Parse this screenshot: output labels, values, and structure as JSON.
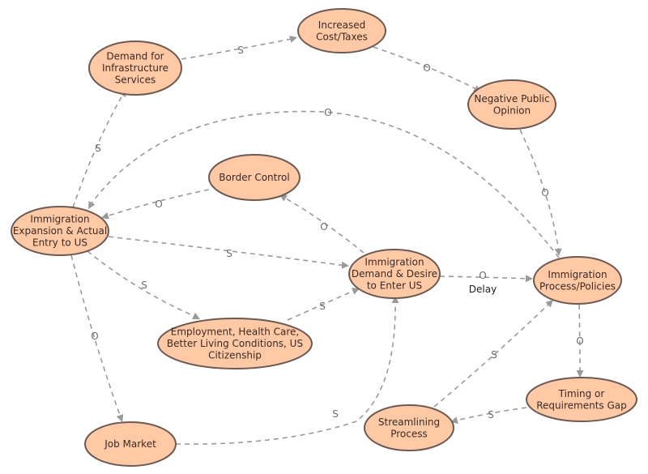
{
  "nodes": {
    "demand_infrastructure": {
      "lines": [
        "Demand for",
        "Infrastructure",
        "Services"
      ]
    },
    "increased_cost": {
      "lines": [
        "Increased",
        "Cost/Taxes"
      ]
    },
    "negative_opinion": {
      "lines": [
        "Negative Public",
        "Opinion"
      ]
    },
    "border_control": {
      "lines": [
        "Border Control"
      ]
    },
    "immigration_expansion": {
      "lines": [
        "Immigration",
        "Expansion & Actual",
        "Entry to US"
      ]
    },
    "immigration_demand": {
      "lines": [
        "Immigration",
        "Demand & Desire",
        "to Enter US"
      ]
    },
    "process_policies": {
      "lines": [
        "Immigration",
        "Process/Policies"
      ]
    },
    "employment": {
      "lines": [
        "Employment, Health Care,",
        "Better Living Conditions, US",
        "Citizenship"
      ]
    },
    "timing_gap": {
      "lines": [
        "Timing or",
        "Requirements Gap"
      ]
    },
    "streamlining": {
      "lines": [
        "Streamlining",
        "Process"
      ]
    },
    "job_market": {
      "lines": [
        "Job Market"
      ]
    }
  },
  "edges": [
    {
      "id": "demand-to-cost",
      "from": "demand_infrastructure",
      "to": "increased_cost",
      "label": "S"
    },
    {
      "id": "cost-to-opinion",
      "from": "increased_cost",
      "to": "negative_opinion",
      "label": "O"
    },
    {
      "id": "opinion-to-process",
      "from": "negative_opinion",
      "to": "process_policies",
      "label": "O"
    },
    {
      "id": "process-to-expansion",
      "from": "process_policies",
      "to": "immigration_expansion",
      "label": "O"
    },
    {
      "id": "expansion-to-demand-infra",
      "from": "immigration_expansion",
      "to": "demand_infrastructure",
      "label": "S"
    },
    {
      "id": "border-to-expansion",
      "from": "border_control",
      "to": "immigration_expansion",
      "label": "O"
    },
    {
      "id": "demand-to-border",
      "from": "immigration_demand",
      "to": "border_control",
      "label": "O"
    },
    {
      "id": "expansion-to-demand",
      "from": "immigration_expansion",
      "to": "immigration_demand",
      "label": "S"
    },
    {
      "id": "expansion-to-employment",
      "from": "immigration_expansion",
      "to": "employment",
      "label": "S"
    },
    {
      "id": "employment-to-demand",
      "from": "employment",
      "to": "immigration_demand",
      "label": "S"
    },
    {
      "id": "demand-to-process",
      "from": "immigration_demand",
      "to": "process_policies",
      "label": "O",
      "note": "Delay"
    },
    {
      "id": "process-to-timing",
      "from": "process_policies",
      "to": "timing_gap",
      "label": "O"
    },
    {
      "id": "timing-to-streamlining",
      "from": "timing_gap",
      "to": "streamlining",
      "label": "S"
    },
    {
      "id": "streamlining-to-process",
      "from": "streamlining",
      "to": "process_policies",
      "label": "S"
    },
    {
      "id": "expansion-to-job",
      "from": "immigration_expansion",
      "to": "job_market",
      "label": "O"
    },
    {
      "id": "job-to-demand",
      "from": "job_market",
      "to": "immigration_demand",
      "label": "S"
    }
  ]
}
